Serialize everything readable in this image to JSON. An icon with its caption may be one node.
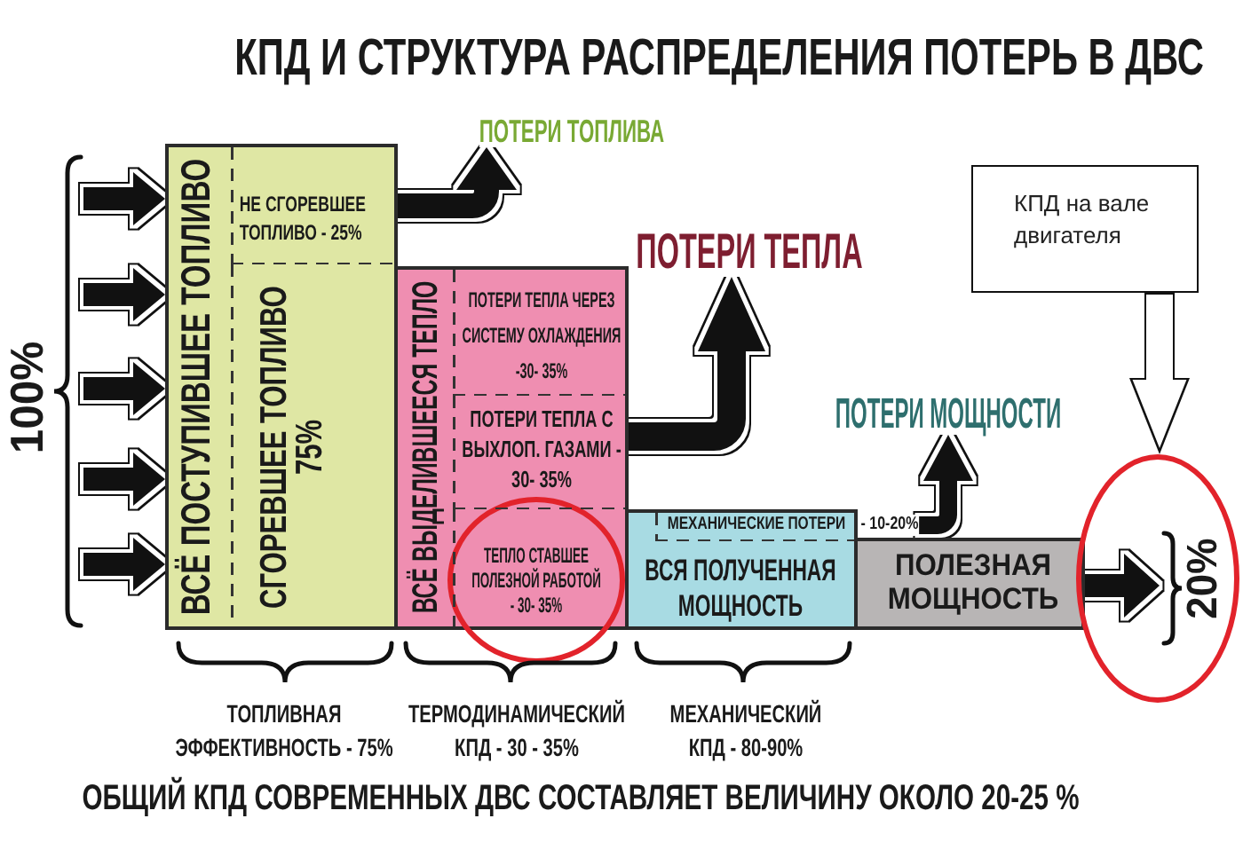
{
  "diagram": {
    "title": "КПД И СТРУКТУРА РАСПРЕДЕЛЕНИЯ ПОТЕРЬ В ДВС",
    "caption": "ОБЩИЙ КПД СОВРЕМЕННЫХ ДВС СОСТАВЛЯЕТ ВЕЛИЧИНУ ОКОЛО 20-25 %",
    "nodes": [
      {
        "text": [
          "100%"
        ]
      },
      {
        "text": [
          "ВСЁ ПОСТУПИВШЕЕ ТОПЛИВО"
        ]
      },
      {
        "text": [
          "НЕ СГОРЕВШЕЕ ТОПЛИВО - 25%"
        ],
        "in": 1
      },
      {
        "text": [
          "СГОРЕВШЕЕ ТОПЛИВО 75%"
        ],
        "in": 1
      },
      {
        "text": [
          "ВСЁ ВЫДЕЛИВШЕЕСЯ ТЕПЛО"
        ]
      },
      {
        "text": [
          "ПОТЕРИ ТЕПЛА ЧЕРЕЗ СИСТЕМУ ОХЛАЖДЕНИЯ -30- 35%"
        ],
        "in": 4
      },
      {
        "text": [
          "ПОТЕРИ ТЕПЛА С ВЫХЛОП. ГАЗАМИ - 30- 35%"
        ],
        "in": 4
      },
      {
        "text": [
          "ТЕПЛО СТАВШЕЕ ПОЛЕЗНОЙ РАБОТОЙ - 30- 35%"
        ],
        "in": 4
      },
      {
        "text": [
          "ВСЯ ПОЛУЧЕННАЯ МОЩНОСТЬ"
        ]
      },
      {
        "text": [
          "МЕХАНИЧЕСКИЕ ПОТЕРИ"
        ],
        "in": 8
      },
      {
        "text": [
          "- 10-20%"
        ]
      },
      {
        "text": [
          "ПОЛЕЗНАЯ МОЩНОСТЬ"
        ]
      },
      {
        "text": [
          "ПОТЕРИ ТОПЛИВА"
        ]
      },
      {
        "text": [
          "ПОТЕРИ ТЕПЛА"
        ]
      },
      {
        "text": [
          "ПОТЕРИ МОЩНОСТИ"
        ]
      },
      {
        "text": [
          "КПД на вале двигателя"
        ]
      },
      {
        "text": [],
        "shape": "circle"
      },
      {
        "text": [
          "20%"
        ],
        "in": 16
      }
    ],
    "edges": [
      {
        "from": 0,
        "to": 1,
        "arrow": "to"
      },
      {
        "from": 0,
        "to": 1,
        "arrow": "to"
      },
      {
        "from": 0,
        "to": 1,
        "arrow": "to"
      },
      {
        "from": 0,
        "to": 1,
        "arrow": "to"
      },
      {
        "from": 0,
        "to": 1,
        "arrow": "to"
      },
      {
        "from": 2,
        "to": 12,
        "arrow": "to"
      },
      {
        "from": 6,
        "to": 13,
        "arrow": "to"
      },
      {
        "from": 10,
        "to": 14,
        "arrow": "to"
      },
      {
        "from": 11,
        "to": 17,
        "arrow": "to"
      },
      {
        "from": 15,
        "to": 16,
        "arrow": "to"
      }
    ],
    "labels": [
      "ТОПЛИВНАЯ ЭФФЕКТИВНОСТЬ - 75%",
      "ТЕРМОДИНАМИЧЕСКИЙ КПД - 30 - 35%",
      "МЕХАНИЧЕСКИЙ КПД - 80-90%"
    ]
  }
}
